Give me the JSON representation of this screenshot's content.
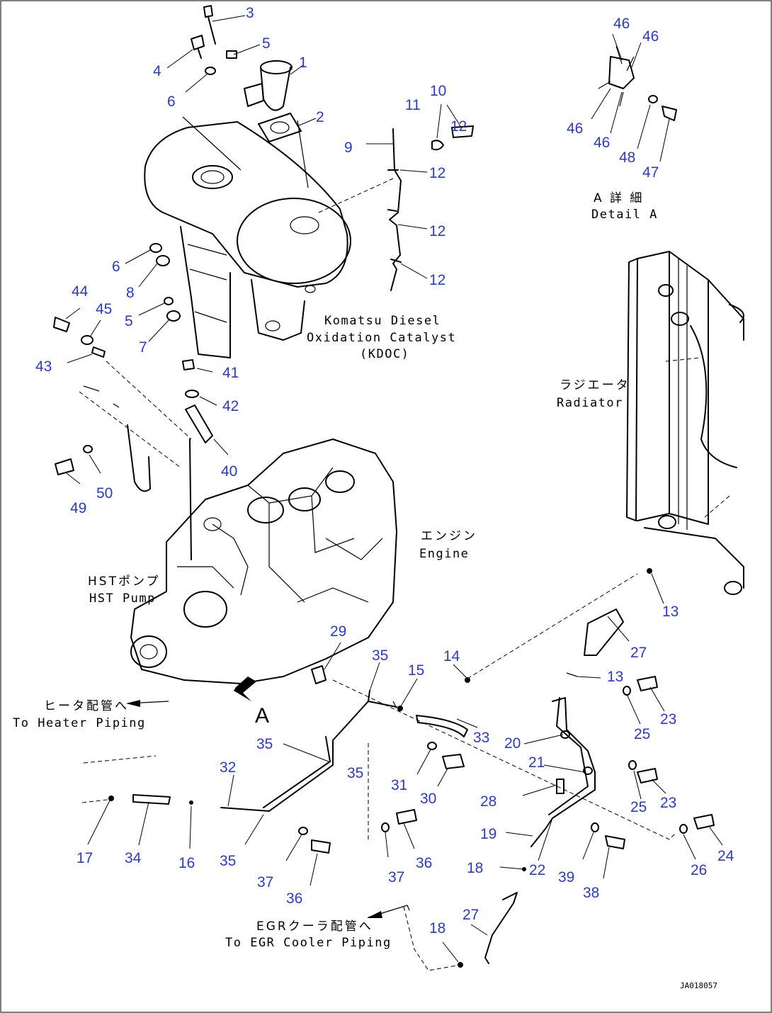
{
  "callouts": [
    "1",
    "2",
    "3",
    "4",
    "5",
    "5",
    "6",
    "6",
    "7",
    "8",
    "9",
    "10",
    "11",
    "12",
    "12",
    "12",
    "12",
    "13",
    "13",
    "14",
    "15",
    "16",
    "17",
    "18",
    "18",
    "19",
    "20",
    "21",
    "22",
    "23",
    "23",
    "24",
    "25",
    "25",
    "26",
    "27",
    "27",
    "28",
    "29",
    "30",
    "31",
    "32",
    "33",
    "34",
    "35",
    "35",
    "35",
    "35",
    "36",
    "36",
    "37",
    "37",
    "38",
    "39",
    "40",
    "41",
    "42",
    "43",
    "44",
    "45",
    "46",
    "46",
    "46",
    "46",
    "47",
    "48",
    "49",
    "50"
  ],
  "labels": {
    "detail_a_jp": "A 詳 細",
    "detail_a_en": "Detail A",
    "kdoc_line1": "Komatsu Diesel",
    "kdoc_line2": "Oxidation Catalyst",
    "kdoc_line3": "(KDOC)",
    "radiator_jp": "ラジエータ",
    "radiator_en": "Radiator",
    "engine_jp": "エンジン",
    "engine_en": "Engine",
    "hst_jp": "HSTポンプ",
    "hst_en": "HST Pump",
    "heater_jp": "ヒータ配管へ",
    "heater_en": "To Heater Piping",
    "egr_jp": "EGRクーラ配管へ",
    "egr_en": "To EGR Cooler Piping",
    "view_a": "A",
    "drawing_code": "JA018057"
  }
}
